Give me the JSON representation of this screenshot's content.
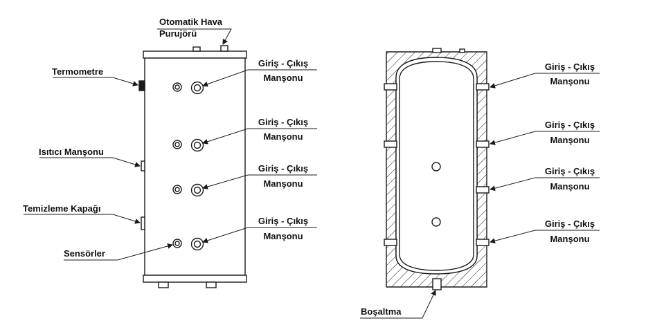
{
  "labels": {
    "air_vent_line1": "Otomatik Hava",
    "air_vent_line2": "Purujörü",
    "thermometer": "Termometre",
    "heater_socket": "Isıtıcı Manşonu",
    "cleaning_cover": "Temizleme Kapağı",
    "sensors": "Sensörler",
    "drain": "Boşaltma",
    "inout_line1": "Giriş - Çıkış",
    "inout_line2": "Manşonu"
  },
  "colors": {
    "line": "#1a1a1a",
    "fill": "#ffffff",
    "text": "#111111"
  }
}
